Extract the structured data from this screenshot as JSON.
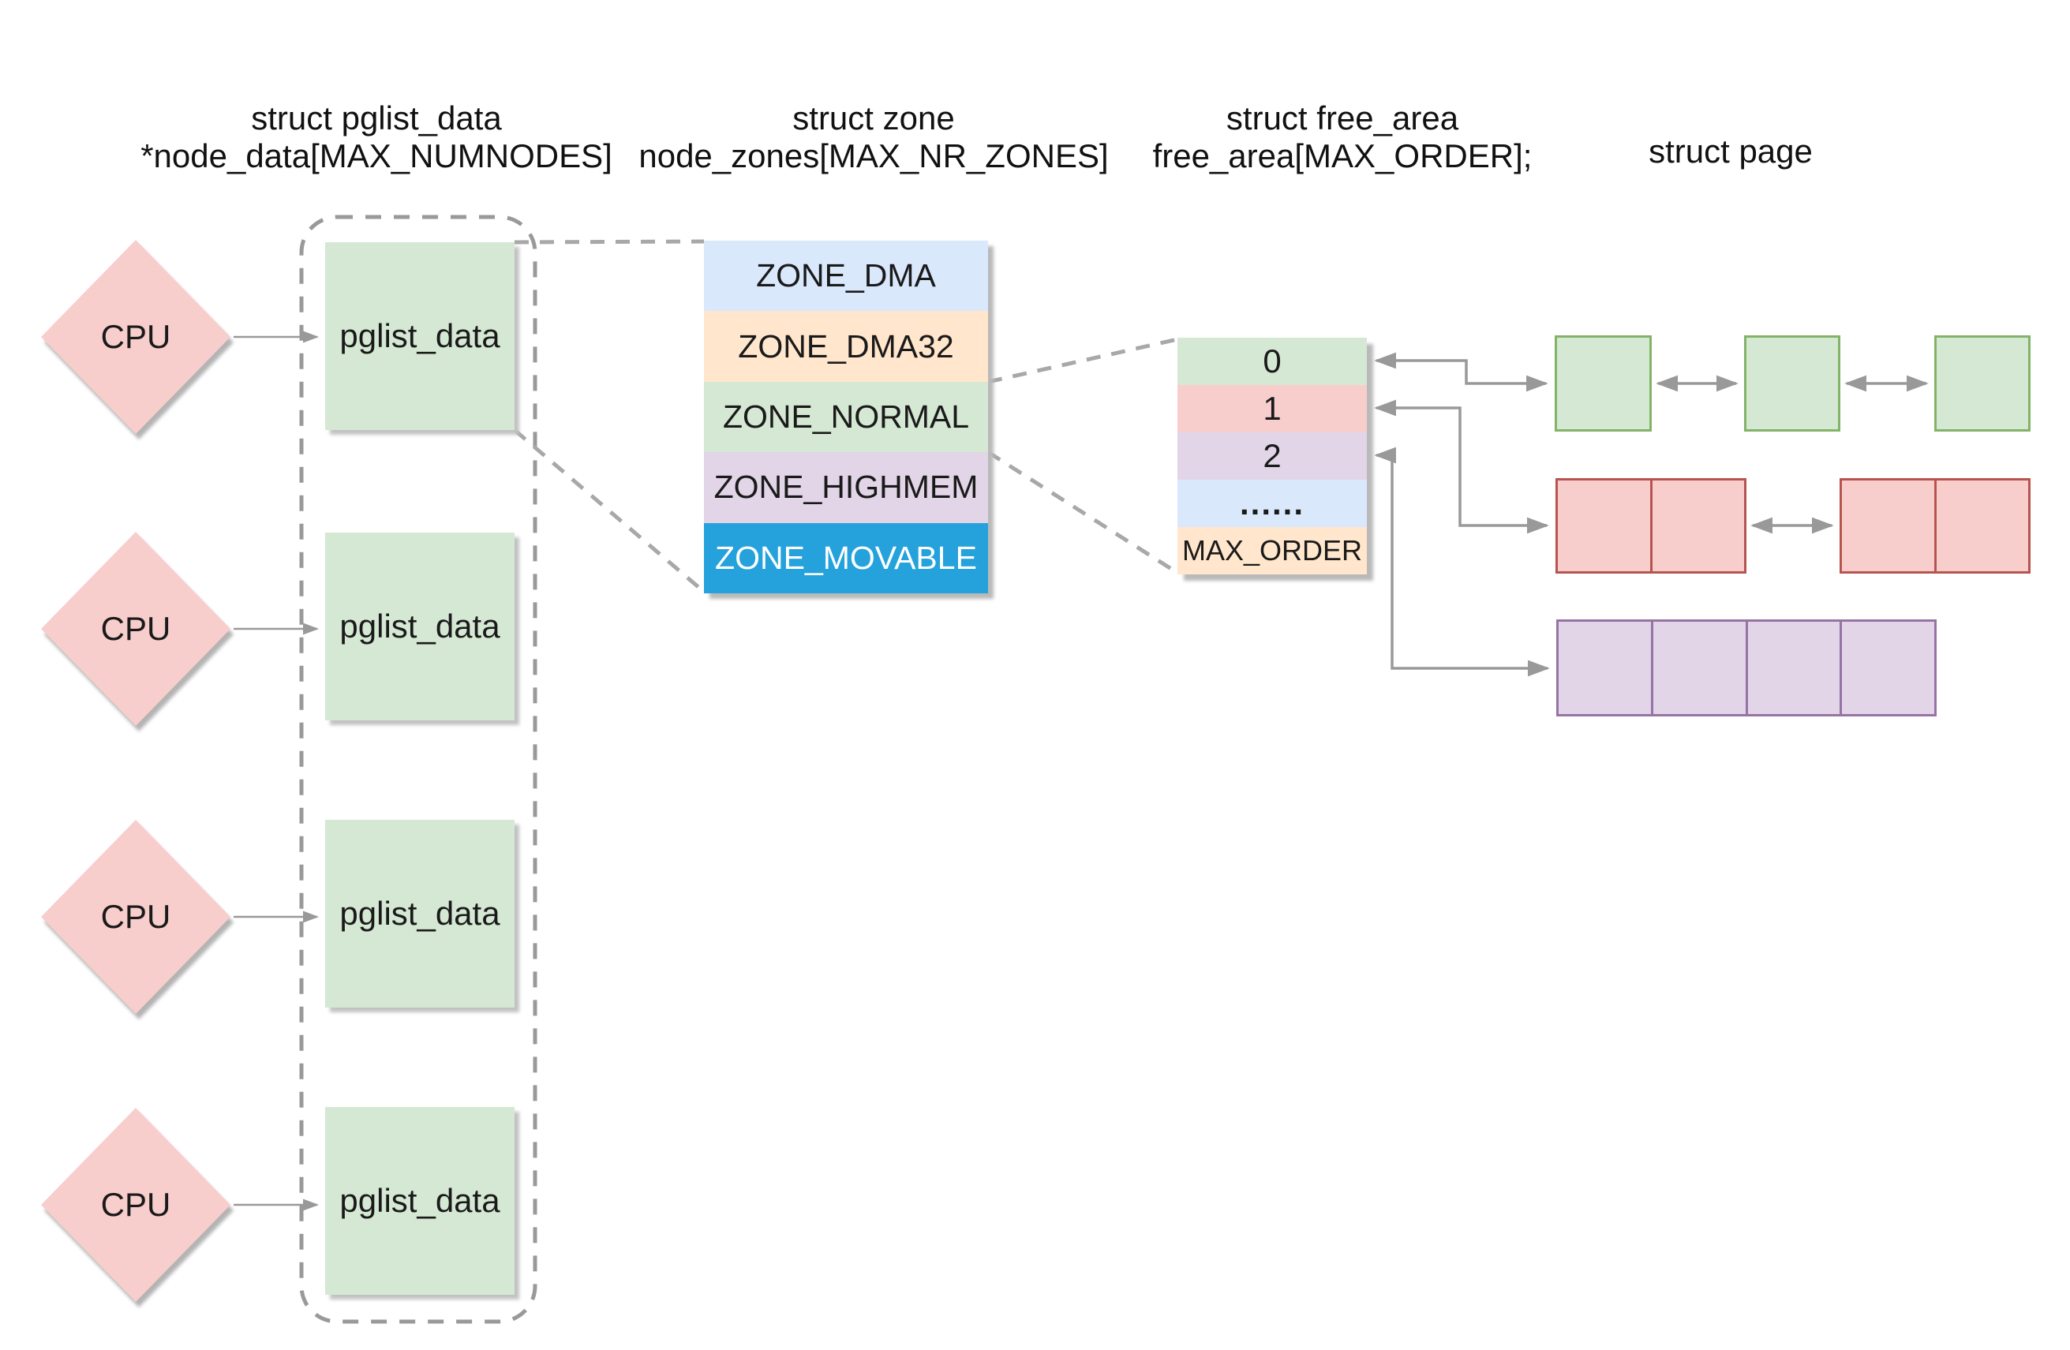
{
  "headers": {
    "pglist": {
      "line1": "struct pglist_data",
      "line2": "*node_data[MAX_NUMNODES]"
    },
    "zone": {
      "line1": "struct zone",
      "line2": "node_zones[MAX_NR_ZONES]"
    },
    "free_area": {
      "line1": "struct free_area",
      "line2": "free_area[MAX_ORDER];"
    },
    "page": {
      "line1": "struct page"
    }
  },
  "cpu_nodes": [
    {
      "label": "CPU"
    },
    {
      "label": "CPU"
    },
    {
      "label": "CPU"
    },
    {
      "label": "CPU"
    }
  ],
  "pglist_nodes": [
    {
      "label": "pglist_data"
    },
    {
      "label": "pglist_data"
    },
    {
      "label": "pglist_data"
    },
    {
      "label": "pglist_data"
    }
  ],
  "zone_rows": [
    {
      "label": "ZONE_DMA",
      "fill": "#dae8fc",
      "text_color": "#000000"
    },
    {
      "label": "ZONE_DMA32",
      "fill": "#ffe6cc",
      "text_color": "#000000"
    },
    {
      "label": "ZONE_NORMAL",
      "fill": "#d5e8d4",
      "text_color": "#000000"
    },
    {
      "label": "ZONE_HIGHMEM",
      "fill": "#e1d5e7",
      "text_color": "#000000"
    },
    {
      "label": "ZONE_MOVABLE",
      "fill": "#25a2dc",
      "text_color": "#ffffff"
    }
  ],
  "free_area_rows": [
    {
      "label": "0",
      "fill": "#d5e8d4"
    },
    {
      "label": "1",
      "fill": "#f8cecc"
    },
    {
      "label": "2",
      "fill": "#e1d5e7"
    },
    {
      "label": "......",
      "fill": "#dae8fc"
    },
    {
      "label": "MAX_ORDER",
      "fill": "#ffe6cc"
    }
  ],
  "page_lists": {
    "order0": {
      "blocks": 3,
      "cells_per_block": 1,
      "fill": "#d5e8d4",
      "border": "#82b366"
    },
    "order1": {
      "blocks": 2,
      "cells_per_block": 2,
      "fill": "#f8cecc",
      "border": "#b85450"
    },
    "order2": {
      "blocks": 1,
      "cells_per_block": 4,
      "fill": "#e1d5e7",
      "border": "#9673a6"
    }
  },
  "colors": {
    "cpu_fill": "#f8cecc",
    "pglist_fill": "#d5e8d4",
    "connector_gray": "#999999",
    "dashed_outline_gray": "#999999",
    "expansion_dash_gray": "#a8a8a8",
    "shadow_gray": "#b9b9b9",
    "background": "#ffffff"
  }
}
